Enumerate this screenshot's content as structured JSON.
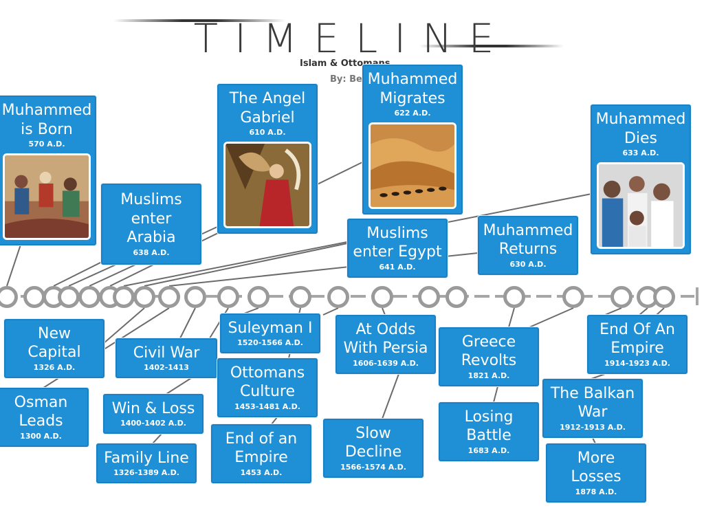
{
  "header": {
    "title": "TIMELINE",
    "subtitle": "Islam & Ottomans",
    "author": "By: Be"
  },
  "colors": {
    "card_fill": "#1f8fd6",
    "card_border": "#1a7fc3",
    "axis": "#a6a6a6",
    "node_ring": "#9a9a9a",
    "connector": "#6b6b6b"
  },
  "events": [
    {
      "id": "muhammed-born",
      "title": [
        "Muhammed",
        "is Born"
      ],
      "date": "570 A.D.",
      "image": "illustrated-manuscript-image"
    },
    {
      "id": "angel-gabriel",
      "title": [
        "The Angel",
        "Gabriel"
      ],
      "date": "610 A.D.",
      "image": "angel-painting-image"
    },
    {
      "id": "muhammed-migrates",
      "title": [
        "Muhammed",
        "Migrates"
      ],
      "date": "622 A.D.",
      "image": "desert-camel-caravan-image"
    },
    {
      "id": "muhammed-dies",
      "title": [
        "Muhammed",
        "Dies"
      ],
      "date": "633 A.D.",
      "image": "crowd-photo-image"
    },
    {
      "id": "muslims-enter-arabia",
      "title": [
        "Muslims",
        "enter",
        "Arabia"
      ],
      "date": "638 A.D."
    },
    {
      "id": "muslims-enter-egypt",
      "title": [
        "Muslims",
        "enter Egypt"
      ],
      "date": "641 A.D."
    },
    {
      "id": "muhammed-returns",
      "title": [
        "Muhammed",
        "Returns"
      ],
      "date": "630 A.D."
    },
    {
      "id": "new-capital",
      "title": [
        "New",
        "Capital"
      ],
      "date": "1326 A.D."
    },
    {
      "id": "osman-leads",
      "title": [
        "Osman",
        "Leads"
      ],
      "date": "1300 A.D."
    },
    {
      "id": "civil-war",
      "title": [
        "Civil War"
      ],
      "date": "1402-1413"
    },
    {
      "id": "win-loss",
      "title": [
        "Win & Loss"
      ],
      "date": "1400-1402 A.D."
    },
    {
      "id": "family-line",
      "title": [
        "Family Line"
      ],
      "date": "1326-1389 A.D."
    },
    {
      "id": "suleyman",
      "title": [
        "Suleyman I"
      ],
      "date": "1520-1566 A.D."
    },
    {
      "id": "ottomans-culture",
      "title": [
        "Ottomans",
        "Culture"
      ],
      "date": "1453-1481 A.D."
    },
    {
      "id": "end-of-an-empire-1453",
      "title": [
        "End of an",
        "Empire"
      ],
      "date": "1453 A.D."
    },
    {
      "id": "at-odds-persia",
      "title": [
        "At Odds",
        "With Persia"
      ],
      "date": "1606-1639 A.D."
    },
    {
      "id": "slow-decline",
      "title": [
        "Slow",
        "Decline"
      ],
      "date": "1566-1574 A.D."
    },
    {
      "id": "greece-revolts",
      "title": [
        "Greece",
        "Revolts"
      ],
      "date": "1821 A.D."
    },
    {
      "id": "losing-battle",
      "title": [
        "Losing",
        "Battle"
      ],
      "date": "1683 A.D."
    },
    {
      "id": "end-of-an-empire-1914",
      "title": [
        "End Of An",
        "Empire"
      ],
      "date": "1914-1923 A.D."
    },
    {
      "id": "balkan-war",
      "title": [
        "The Balkan",
        "War"
      ],
      "date": "1912-1913 A.D."
    },
    {
      "id": "more-losses",
      "title": [
        "More",
        "Losses"
      ],
      "date": "1878 A.D."
    }
  ]
}
